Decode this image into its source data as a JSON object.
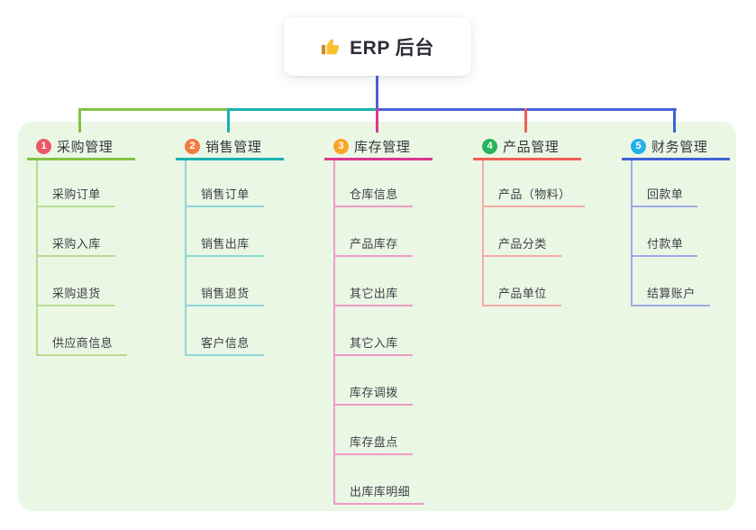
{
  "root": {
    "label": "ERP 后台",
    "icon": "thumbs-up-icon"
  },
  "colors": {
    "page_bg": "#ffffff",
    "panel_bg": "#ebf7e5",
    "root_connector": "#4c60d8",
    "bus_segments": [
      "#82c245",
      "#18b2af",
      "#4c60d8"
    ],
    "root_text": "#2c2e36",
    "thumb_yellow": "#fbc02d",
    "thumb_cuff": "#c98b2d"
  },
  "branches": [
    {
      "badge": "1",
      "label": "采购管理",
      "badge_color": "#ef5769",
      "line_color": "#82c245",
      "child_line_color": "#b7dc92",
      "children": [
        "采购订单",
        "采购入库",
        "采购退货",
        "供应商信息"
      ]
    },
    {
      "badge": "2",
      "label": "销售管理",
      "badge_color": "#f07c41",
      "line_color": "#18b2af",
      "child_line_color": "#8ed8d3",
      "children": [
        "销售订单",
        "销售出库",
        "销售退货",
        "客户信息"
      ]
    },
    {
      "badge": "3",
      "label": "库存管理",
      "badge_color": "#f9a426",
      "line_color": "#db3790",
      "child_line_color": "#ee9bc7",
      "children": [
        "仓库信息",
        "产品库存",
        "其它出库",
        "其它入库",
        "库存调拨",
        "库存盘点",
        "出库库明细"
      ]
    },
    {
      "badge": "4",
      "label": "产品管理",
      "badge_color": "#27b45c",
      "line_color": "#f25e56",
      "child_line_color": "#f8a9a4",
      "children": [
        "产品（物料）",
        "产品分类",
        "产品单位"
      ]
    },
    {
      "badge": "5",
      "label": "财务管理",
      "badge_color": "#22b1ea",
      "line_color": "#3f62d4",
      "child_line_color": "#9daae6",
      "children": [
        "回款单",
        "付款单",
        "结算账户"
      ]
    }
  ]
}
